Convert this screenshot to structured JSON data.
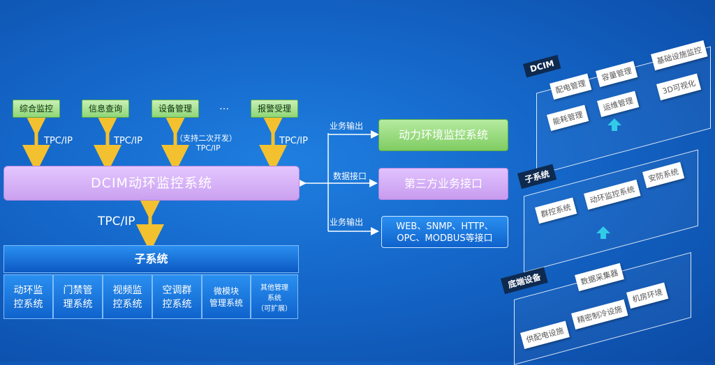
{
  "top_buttons": [
    "综合监控",
    "信息查询",
    "设备管理",
    "…",
    "报警受理"
  ],
  "protocol_labels": {
    "tpc1": "TPC/IP",
    "tpc2": "TPC/IP",
    "tpc3_line1": "（支持二次开发）",
    "tpc3_line2": "TPC/IP",
    "tpc4": "TPC/IP",
    "tpc_bottom": "TPC/IP"
  },
  "main_system": "DCIM动环监控系统",
  "connections": [
    "业务输出",
    "数据接口",
    "业务输出"
  ],
  "right_boxes": {
    "box1": "动力环境监控系统",
    "box2": "第三方业务接口",
    "box3_line1": "WEB、SNMP、HTTP、",
    "box3_line2": "OPC、MODBUS等接口"
  },
  "subsystem": {
    "header": "子系统",
    "cells": [
      "动环监\n控系统",
      "门禁管\n理系统",
      "视频监\n控系统",
      "空调群\n控系统",
      "微模块\n管理系统",
      "其他管理\n系统\n（可扩展）"
    ]
  },
  "layers": {
    "dcim": {
      "title": "DCIM",
      "items": [
        "配电管理",
        "容量管理",
        "基础设施监控",
        "能耗管理",
        "运维管理",
        "3D可视化"
      ]
    },
    "sub": {
      "title": "子系统",
      "items": [
        "群控系统",
        "动环监控系统",
        "安防系统"
      ]
    },
    "base": {
      "title": "底端设备",
      "items": [
        "数据采集器",
        "供配电设施",
        "精密制冷设施",
        "机房环境"
      ]
    }
  },
  "colors": {
    "accent_green": "#8fd676",
    "accent_purple": "#caa0f0",
    "arrow_yellow": "#f3c12f"
  }
}
